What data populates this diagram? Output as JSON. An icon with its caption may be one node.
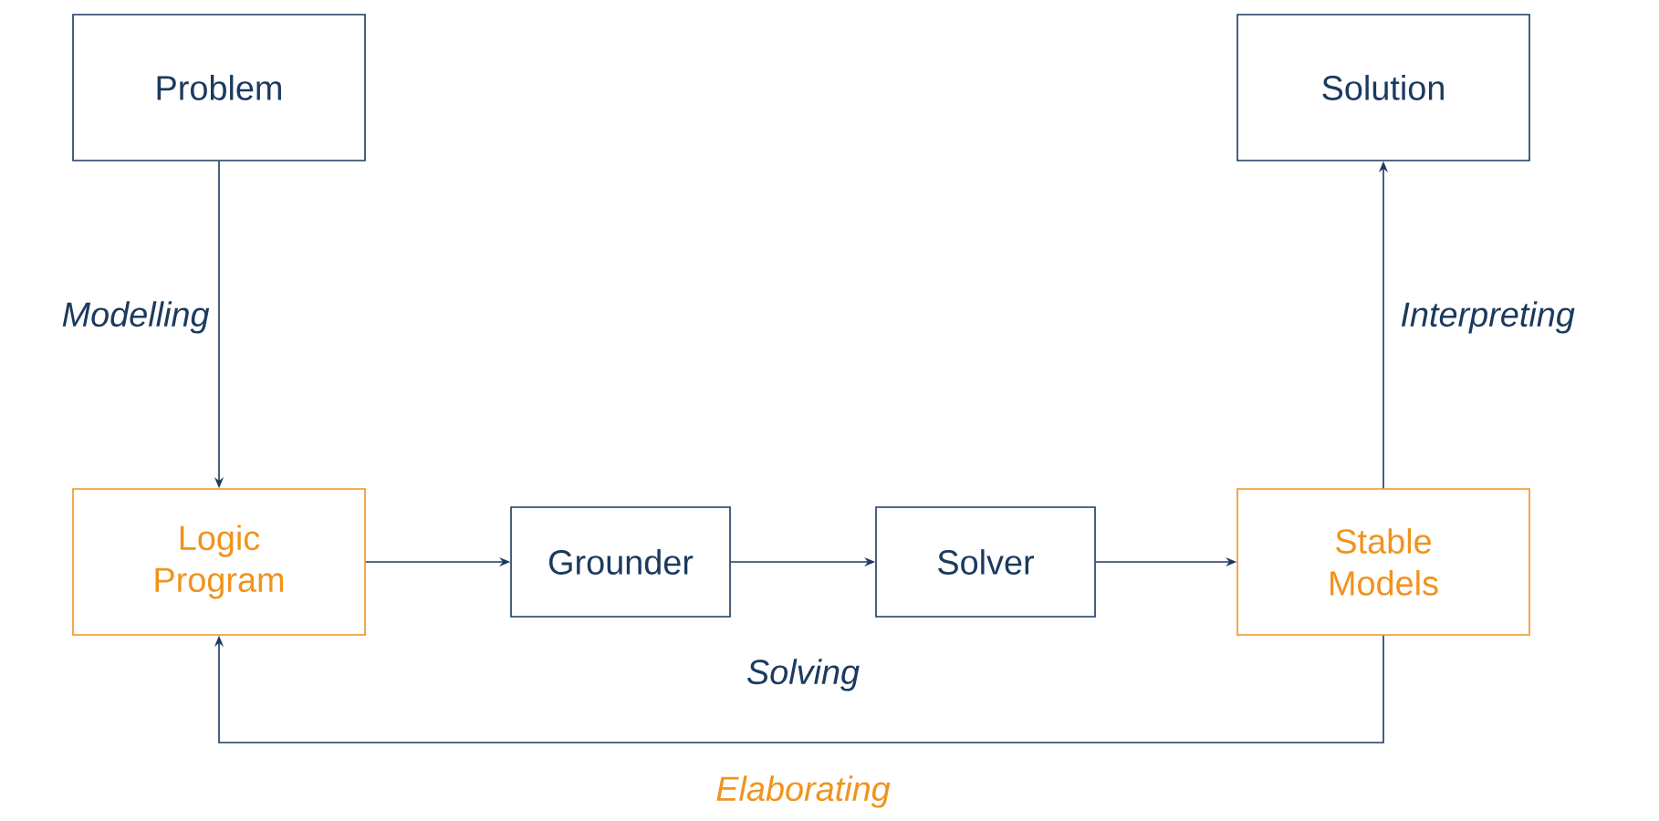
{
  "diagram": {
    "nodes": [
      {
        "text": [
          "Problem"
        ]
      },
      {
        "text": [
          "Solution"
        ]
      },
      {
        "text": [
          "Logic Program"
        ]
      },
      {
        "text": [
          "Grounder"
        ]
      },
      {
        "text": [
          "Solver"
        ]
      },
      {
        "text": [
          "Stable Models"
        ]
      }
    ],
    "edges": [
      {
        "from": 0,
        "to": 2,
        "arrow": "to",
        "label": "Modelling"
      },
      {
        "from": 2,
        "to": 3,
        "arrow": "to"
      },
      {
        "from": 3,
        "to": 4,
        "arrow": "to"
      },
      {
        "from": 4,
        "to": 5,
        "arrow": "to"
      },
      {
        "from": 5,
        "to": 1,
        "arrow": "to",
        "label": "Interpreting"
      },
      {
        "from": 5,
        "to": 2,
        "arrow": "to",
        "label": "Elaborating"
      }
    ],
    "labels": [
      "Solving"
    ]
  }
}
